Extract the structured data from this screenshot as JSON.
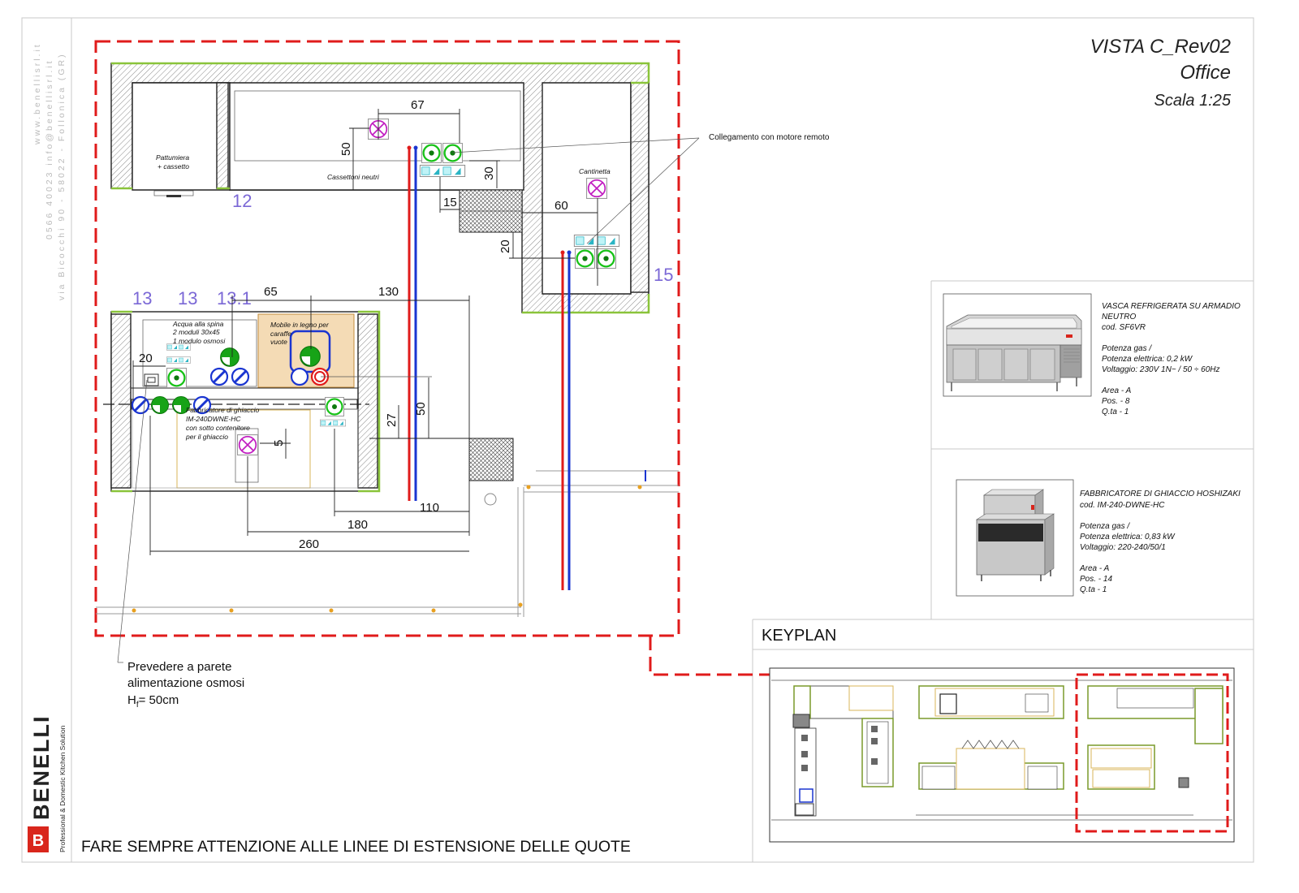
{
  "header": {
    "title": "VISTA C_Rev02",
    "subtitle": "Office",
    "scale": "Scala 1:25"
  },
  "company_side": {
    "line1": "www.benellisrl.it",
    "line2": "0566 40023 info@benellisrl.it",
    "line3": "via Bicocchi 90 - 58022 - Follonica (GR)"
  },
  "logo": {
    "brand": "BENELLI",
    "tagline": "Professional & Domestic Kitchen Solution",
    "color": "#d9261c"
  },
  "footer_note": "FARE SEMPRE ATTENZIONE ALLE LINEE DI ESTENSIONE DELLE QUOTE",
  "plan": {
    "sections": [
      "12",
      "13",
      "13",
      "13.1",
      "15"
    ],
    "labels": {
      "pattumiera_l1": "Pattumiera",
      "pattumiera_l2": "+ cassetto",
      "cassettoni": "Cassettoni neutri",
      "cantinetta": "Cantinetta",
      "acqua_l1": "Acqua alla spina",
      "acqua_l2": "2 moduli 30x45",
      "acqua_l3": "1 modulo osmosi",
      "mobile_l1": "Mobile in legno per",
      "mobile_l2": "caraffe",
      "mobile_l3": "vuote",
      "fabb_l1": "Fabbricatore di ghiaccio",
      "fabb_l2": "IM-240DWNE-HC",
      "fabb_l3": "con sotto contenitore",
      "fabb_l4": "per il ghiaccio",
      "collegamento": "Collegamento con motore remoto"
    },
    "dimensions": {
      "d67": "67",
      "d50a": "50",
      "d30": "30",
      "d15": "15",
      "d60": "60",
      "d20a": "20",
      "d65": "65",
      "d130": "130",
      "d20b": "20",
      "d27": "27",
      "d50b": "50",
      "d5": "5",
      "d110": "110",
      "d180": "180",
      "d260": "260"
    },
    "note": {
      "l1": "Prevedere a parete",
      "l2": "alimentazione osmosi",
      "l3_main": "H",
      "l3_sub": "f",
      "l3_rest": "= 50cm"
    }
  },
  "products": [
    {
      "name_l1": "VASCA REFRIGERATA SU ARMADIO",
      "name_l2": "NEUTRO",
      "code": "cod. SF6VR",
      "gas": "Potenza gas  /",
      "power": "Potenza elettrica:  0,2 kW",
      "voltage": "Voltaggio: 230V 1N~ / 50 ÷ 60Hz",
      "area": "Area - A",
      "pos": "Pos. - 8",
      "qty": "Q.ta - 1"
    },
    {
      "name_l1": "FABBRICATORE DI GHIACCIO HOSHIZAKI",
      "code": "cod. IM-240-DWNE-HC",
      "gas": "Potenza gas  /",
      "power": "Potenza elettrica:  0,83 kW",
      "voltage": "Voltaggio: 220-240/50/1",
      "area": "Area - A",
      "pos": "Pos. - 14",
      "qty": "Q.ta - 1"
    }
  ],
  "keyplan": {
    "title": "KEYPLAN"
  },
  "colors": {
    "accent_red": "#e01b1b",
    "section_label": "#7b68d6",
    "hot_water": "#e01b1b",
    "cold_water": "#1a35d1",
    "fixture_green": "#17c217",
    "wall_outline": "#8ac43a"
  },
  "icons": [
    "drain-icon",
    "water-connection-icon",
    "electric-socket-icon",
    "cold-water-valve-icon",
    "hot-water-valve-icon"
  ]
}
